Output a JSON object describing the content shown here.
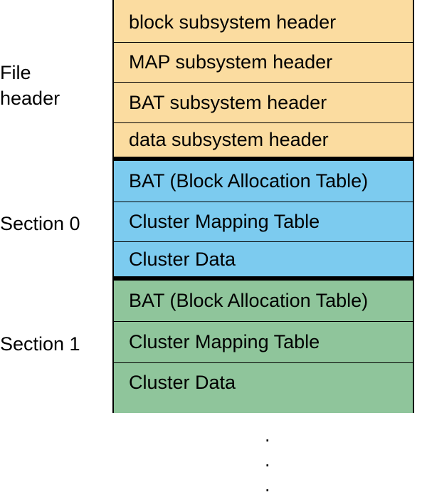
{
  "labels": {
    "file_header": "File\nheader",
    "section_0": "Section 0",
    "section_1": "Section 1"
  },
  "file_header": {
    "color": "#fbdca0",
    "rows": [
      "block subsystem header",
      "MAP subsystem header",
      "BAT subsystem header",
      "data subsystem header"
    ]
  },
  "section_0": {
    "color": "#7ccbef",
    "rows": [
      "BAT (Block Allocation Table)",
      "Cluster Mapping Table",
      "Cluster Data"
    ]
  },
  "section_1": {
    "color": "#8fc59b",
    "rows": [
      "BAT (Block Allocation Table)",
      "Cluster Mapping Table",
      "Cluster Data"
    ]
  },
  "continuation": ".",
  "colors": {
    "outline": "#000000"
  }
}
